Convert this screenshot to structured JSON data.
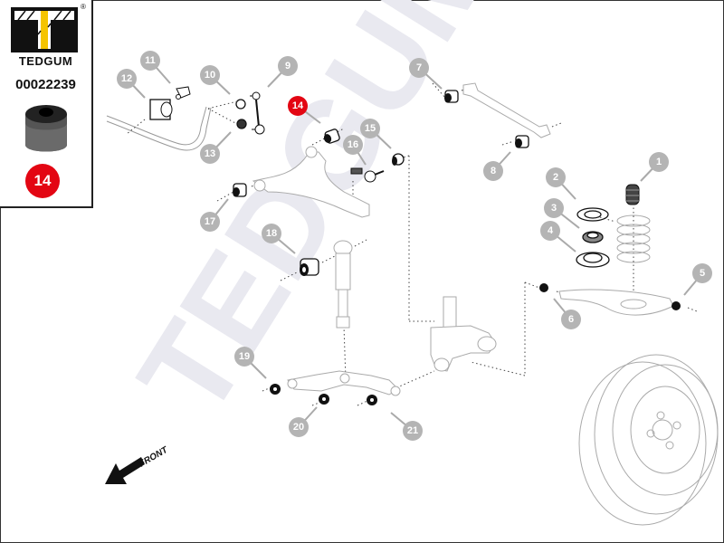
{
  "brand": {
    "name": "TEDGUM",
    "registered_mark": "®",
    "watermark": "TEDGUM",
    "logo_colors": {
      "black": "#111111",
      "yellow": "#f5c400"
    }
  },
  "product": {
    "part_number": "00022239",
    "highlighted_position": "14",
    "highlight_color": "#e30613",
    "thumbnail": "rubber-metal-bushing"
  },
  "diagram": {
    "direction_label": "FRONT",
    "callout_color": "#b4b4b4",
    "callouts": [
      {
        "id": "1",
        "part": "bump-stop"
      },
      {
        "id": "2",
        "part": "upper-spring-seat"
      },
      {
        "id": "3",
        "part": "bearing"
      },
      {
        "id": "4",
        "part": "lower-spring-seat"
      },
      {
        "id": "5",
        "part": "bushing"
      },
      {
        "id": "6",
        "part": "bushing"
      },
      {
        "id": "7",
        "part": "bushing"
      },
      {
        "id": "8",
        "part": "bushing"
      },
      {
        "id": "9",
        "part": "stabilizer-link"
      },
      {
        "id": "10",
        "part": "link-bushing"
      },
      {
        "id": "11",
        "part": "clamp"
      },
      {
        "id": "12",
        "part": "stabilizer-bushing"
      },
      {
        "id": "13",
        "part": "link-bushing"
      },
      {
        "id": "14",
        "part": "bushing",
        "highlighted": true
      },
      {
        "id": "15",
        "part": "bushing"
      },
      {
        "id": "16",
        "part": "ball-joint"
      },
      {
        "id": "17",
        "part": "bushing"
      },
      {
        "id": "18",
        "part": "shock-absorber-bushing"
      },
      {
        "id": "19",
        "part": "bushing"
      },
      {
        "id": "20",
        "part": "bushing"
      },
      {
        "id": "21",
        "part": "bushing"
      }
    ]
  }
}
